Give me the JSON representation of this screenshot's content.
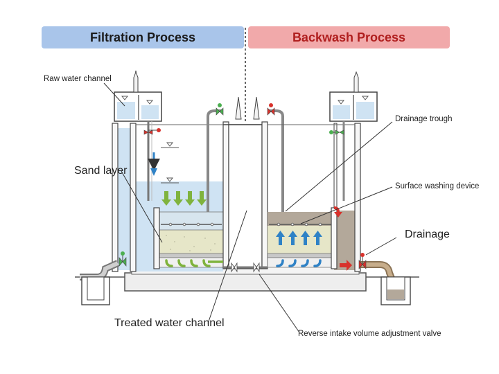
{
  "headers": {
    "filtration": "Filtration Process",
    "backwash": "Backwash Process"
  },
  "labels": {
    "raw_water_channel": "Raw water channel",
    "sand_layer": "Sand layer",
    "drainage_trough": "Drainage trough",
    "surface_washing_device": "Surface washing device",
    "drainage": "Drainage",
    "treated_water_channel": "Treated water channel",
    "reverse_intake_valve": "Reverse intake volume adjustment valve"
  },
  "colors": {
    "filtration_header": "#a9c5ea",
    "backwash_header": "#f1a9aa",
    "clean_water": "#cfe3f3",
    "sand": "#e6e6c8",
    "dirty_water": "#b3a89a",
    "arrow_green": "#7fb33d",
    "arrow_blue": "#2f82c6",
    "arrow_red": "#d8322c",
    "valve_green": "#4caf50"
  }
}
